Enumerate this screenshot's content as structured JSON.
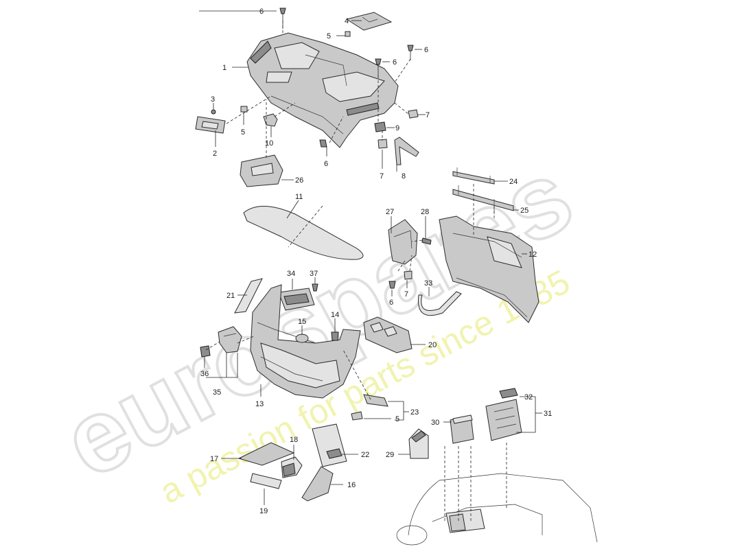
{
  "watermark": {
    "brand": "eurospares",
    "slogan": "a passion for parts since 1985",
    "brand_color": "#d8d8d8",
    "slogan_color": "#ecef9a"
  },
  "callouts": {
    "n1": "1",
    "n2": "2",
    "n3": "3",
    "n4": "4",
    "n5": "5",
    "n6": "6",
    "n7": "7",
    "n8": "8",
    "n9": "9",
    "n10": "10",
    "n11": "11",
    "n12": "12",
    "n13": "13",
    "n14": "14",
    "n15": "15",
    "n16": "16",
    "n17": "17",
    "n18": "18",
    "n19": "19",
    "n20": "20",
    "n21": "21",
    "n22": "22",
    "n23": "23",
    "n24": "24",
    "n25": "25",
    "n26": "26",
    "n27": "27",
    "n28": "28",
    "n29": "29",
    "n30": "30",
    "n31": "31",
    "n32": "32",
    "n33": "33",
    "n34": "34",
    "n35": "35",
    "n36": "36",
    "n37": "37"
  }
}
